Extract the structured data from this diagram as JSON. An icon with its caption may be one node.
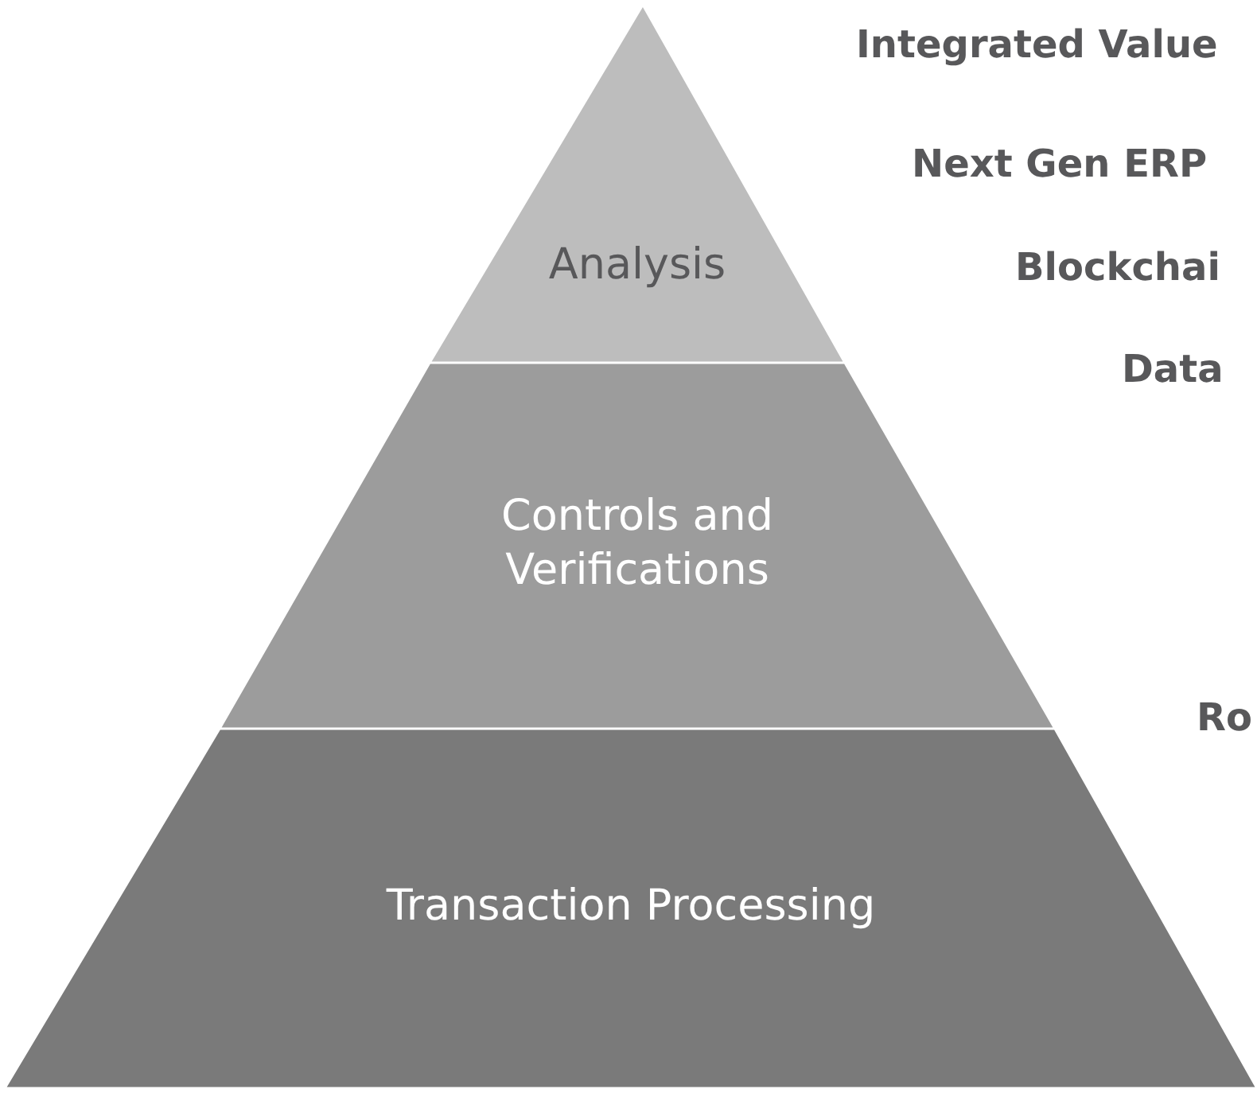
{
  "diagram": {
    "nodes": [
      {
        "text": [
          "Analysis"
        ]
      },
      {
        "text": [
          "Controls and Verifications"
        ]
      },
      {
        "text": [
          "Transaction Processing"
        ]
      }
    ],
    "labels": [
      "Integrated Value",
      "Next Gen ERP",
      "Blockchai",
      "Data",
      "Ro"
    ]
  }
}
